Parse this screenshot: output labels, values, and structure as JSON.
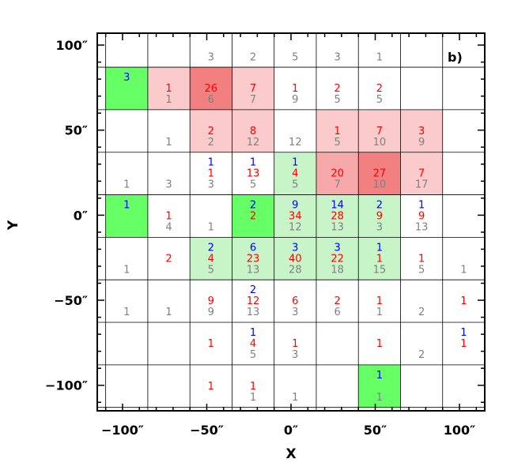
{
  "chart_data": {
    "type": "heatmap",
    "panel_label": "b)",
    "xlabel": "X",
    "ylabel": "Y",
    "xlim": [
      -115,
      115
    ],
    "ylim": [
      -115,
      107
    ],
    "x_ticks": [
      -100,
      -50,
      0,
      50,
      100
    ],
    "x_tick_labels": [
      "−100″",
      "−50″",
      "0″",
      "50″",
      "100″"
    ],
    "y_ticks": [
      -100,
      -50,
      0,
      50,
      100
    ],
    "y_tick_labels": [
      "−100″",
      "−50″",
      "0″",
      "50″",
      "100″"
    ],
    "grid_x_edges": [
      -110,
      -85,
      -60,
      -35,
      -10,
      15,
      40,
      65,
      90,
      115
    ],
    "grid_y_edges": [
      112,
      87,
      62,
      37,
      12,
      -13,
      -38,
      -63,
      -88,
      -113
    ],
    "colors": {
      "blue_count": "#0000ff",
      "red_count": "#ff0000",
      "gray_count": "#808080",
      "green_strong": "#66ff66",
      "green_light": "#c8f5c8",
      "red_strong": "#f28080",
      "red_medium": "#f7a8a8",
      "red_light": "#fbcaca"
    },
    "cells": [
      {
        "row": 0,
        "col": 2,
        "gray": "3"
      },
      {
        "row": 0,
        "col": 3,
        "gray": "2"
      },
      {
        "row": 0,
        "col": 4,
        "gray": "5"
      },
      {
        "row": 0,
        "col": 5,
        "gray": "3"
      },
      {
        "row": 0,
        "col": 6,
        "gray": "1"
      },
      {
        "row": 1,
        "col": 0,
        "blue": "3",
        "fill": "green_strong"
      },
      {
        "row": 1,
        "col": 1,
        "red": "1",
        "gray": "1",
        "fill": "red_light"
      },
      {
        "row": 1,
        "col": 2,
        "red": "26",
        "gray": "6",
        "fill": "red_strong"
      },
      {
        "row": 1,
        "col": 3,
        "red": "7",
        "gray": "7",
        "fill": "red_light"
      },
      {
        "row": 1,
        "col": 4,
        "red": "1",
        "gray": "9"
      },
      {
        "row": 1,
        "col": 5,
        "red": "2",
        "gray": "5"
      },
      {
        "row": 1,
        "col": 6,
        "red": "2",
        "gray": "5"
      },
      {
        "row": 2,
        "col": 1,
        "gray": "1"
      },
      {
        "row": 2,
        "col": 2,
        "red": "2",
        "gray": "2",
        "fill": "red_light"
      },
      {
        "row": 2,
        "col": 3,
        "red": "8",
        "gray": "12",
        "fill": "red_light"
      },
      {
        "row": 2,
        "col": 4,
        "gray": "12"
      },
      {
        "row": 2,
        "col": 5,
        "red": "1",
        "gray": "5",
        "fill": "red_light"
      },
      {
        "row": 2,
        "col": 6,
        "red": "7",
        "gray": "10",
        "fill": "red_light"
      },
      {
        "row": 2,
        "col": 7,
        "red": "3",
        "gray": "9",
        "fill": "red_light"
      },
      {
        "row": 3,
        "col": 0,
        "gray": "1"
      },
      {
        "row": 3,
        "col": 1,
        "gray": "3"
      },
      {
        "row": 3,
        "col": 2,
        "blue": "1",
        "red": "1",
        "gray": "3"
      },
      {
        "row": 3,
        "col": 3,
        "blue": "1",
        "red": "13",
        "gray": "5"
      },
      {
        "row": 3,
        "col": 4,
        "blue": "1",
        "red": "4",
        "gray": "5",
        "fill": "green_light"
      },
      {
        "row": 3,
        "col": 5,
        "red": "20",
        "gray": "7",
        "fill": "red_medium"
      },
      {
        "row": 3,
        "col": 6,
        "red": "27",
        "gray": "10",
        "fill": "red_strong"
      },
      {
        "row": 3,
        "col": 7,
        "red": "7",
        "gray": "17",
        "fill": "red_light"
      },
      {
        "row": 4,
        "col": 0,
        "blue": "1",
        "fill": "green_strong"
      },
      {
        "row": 4,
        "col": 1,
        "red": "1",
        "gray": "4"
      },
      {
        "row": 4,
        "col": 2,
        "gray": "1"
      },
      {
        "row": 4,
        "col": 3,
        "blue": "2",
        "red": "2",
        "fill": "green_strong"
      },
      {
        "row": 4,
        "col": 4,
        "blue": "9",
        "red": "34",
        "gray": "12",
        "fill": "green_light"
      },
      {
        "row": 4,
        "col": 5,
        "blue": "14",
        "red": "28",
        "gray": "13",
        "fill": "green_light"
      },
      {
        "row": 4,
        "col": 6,
        "blue": "2",
        "red": "9",
        "gray": "3",
        "fill": "green_light"
      },
      {
        "row": 4,
        "col": 7,
        "blue": "1",
        "red": "9",
        "gray": "13"
      },
      {
        "row": 5,
        "col": 0,
        "gray": "1"
      },
      {
        "row": 5,
        "col": 1,
        "red": "2"
      },
      {
        "row": 5,
        "col": 2,
        "blue": "2",
        "red": "4",
        "gray": "5",
        "fill": "green_light"
      },
      {
        "row": 5,
        "col": 3,
        "blue": "6",
        "red": "23",
        "gray": "13",
        "fill": "green_light"
      },
      {
        "row": 5,
        "col": 4,
        "blue": "3",
        "red": "40",
        "gray": "28",
        "fill": "green_light"
      },
      {
        "row": 5,
        "col": 5,
        "blue": "3",
        "red": "22",
        "gray": "18",
        "fill": "green_light"
      },
      {
        "row": 5,
        "col": 6,
        "blue": "1",
        "red": "1",
        "gray": "15",
        "fill": "green_light"
      },
      {
        "row": 5,
        "col": 7,
        "red": "1",
        "gray": "5"
      },
      {
        "row": 5,
        "col": 8,
        "gray": "1"
      },
      {
        "row": 6,
        "col": 0,
        "gray": "1"
      },
      {
        "row": 6,
        "col": 1,
        "gray": "1"
      },
      {
        "row": 6,
        "col": 2,
        "red": "9",
        "gray": "9"
      },
      {
        "row": 6,
        "col": 3,
        "blue": "2",
        "red": "12",
        "gray": "13"
      },
      {
        "row": 6,
        "col": 4,
        "red": "6",
        "gray": "3"
      },
      {
        "row": 6,
        "col": 5,
        "red": "2",
        "gray": "6"
      },
      {
        "row": 6,
        "col": 6,
        "red": "1",
        "gray": "1"
      },
      {
        "row": 6,
        "col": 7,
        "gray": "2"
      },
      {
        "row": 6,
        "col": 8,
        "red": "1"
      },
      {
        "row": 7,
        "col": 2,
        "red": "1"
      },
      {
        "row": 7,
        "col": 3,
        "blue": "1",
        "red": "4",
        "gray": "5"
      },
      {
        "row": 7,
        "col": 4,
        "red": "1",
        "gray": "3"
      },
      {
        "row": 7,
        "col": 6,
        "red": "1"
      },
      {
        "row": 7,
        "col": 7,
        "gray": "2"
      },
      {
        "row": 7,
        "col": 8,
        "blue": "1",
        "red": "1"
      },
      {
        "row": 8,
        "col": 2,
        "red": "1"
      },
      {
        "row": 8,
        "col": 3,
        "red": "1",
        "gray": "1"
      },
      {
        "row": 8,
        "col": 4,
        "gray": "1"
      },
      {
        "row": 8,
        "col": 6,
        "blue": "1",
        "gray": "1",
        "fill": "green_strong"
      }
    ]
  }
}
